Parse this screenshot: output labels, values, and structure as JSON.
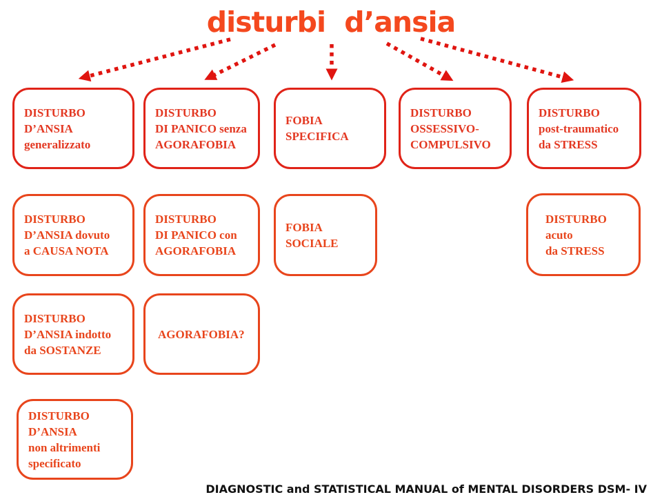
{
  "title": "disturbi d’ansia",
  "footer": "DIAGNOSTIC and STATISTICAL MANUAL of MENTAL DISORDERS DSM- IV",
  "colors": {
    "title": "#f4481e",
    "box_border": "#e8451c",
    "box_border_top_row": "#e02318",
    "box_text": "#e8451c",
    "box_text_top_row": "#e33822",
    "arrow": "#e01510",
    "footer": "#111111",
    "background": "#ffffff"
  },
  "arrows": [
    {
      "name": "arrow-to-disturbo-ansia-generalizzato"
    },
    {
      "name": "arrow-to-disturbo-di-panico-senza-agorafobia"
    },
    {
      "name": "arrow-to-fobia-specifica"
    },
    {
      "name": "arrow-to-disturbo-ossessivo-compulsivo"
    },
    {
      "name": "arrow-to-disturbo-post-traumatico-da-stress"
    }
  ],
  "boxes": [
    {
      "id": "disturbo-ansia-generalizzato",
      "lines": [
        "DISTURBO",
        "D’ANSIA",
        "generalizzato"
      ]
    },
    {
      "id": "disturbo-di-panico-senza-agorafobia",
      "lines": [
        "DISTURBO",
        "DI PANICO senza",
        "AGORAFOBIA"
      ]
    },
    {
      "id": "fobia-specifica",
      "lines": [
        "FOBIA",
        "SPECIFICA"
      ]
    },
    {
      "id": "disturbo-ossessivo-compulsivo",
      "lines": [
        "DISTURBO",
        "OSSESSIVO-",
        "COMPULSIVO"
      ]
    },
    {
      "id": "disturbo-post-traumatico-da-stress",
      "lines": [
        "DISTURBO",
        "post-traumatico",
        "da STRESS"
      ]
    },
    {
      "id": "disturbo-ansia-dovuto-a-causa-nota",
      "lines": [
        "DISTURBO",
        "D’ANSIA dovuto",
        "a CAUSA NOTA"
      ]
    },
    {
      "id": "disturbo-di-panico-con-agorafobia",
      "lines": [
        "DISTURBO",
        "DI PANICO con",
        "AGORAFOBIA"
      ]
    },
    {
      "id": "fobia-sociale",
      "lines": [
        "FOBIA SOCIALE"
      ]
    },
    {
      "id": "disturbo-acuto-da-stress",
      "lines": [
        "DISTURBO",
        "acuto",
        "da STRESS"
      ]
    },
    {
      "id": "disturbo-ansia-indotto-da-sostanze",
      "lines": [
        "DISTURBO",
        "D’ANSIA indotto",
        "da SOSTANZE"
      ]
    },
    {
      "id": "agorafobia",
      "lines": [
        "AGORAFOBIA?"
      ]
    },
    {
      "id": "disturbo-ansia-non-altrimenti-specificato",
      "lines": [
        "DISTURBO",
        "D’ANSIA",
        "non altrimenti",
        "specificato"
      ]
    }
  ]
}
